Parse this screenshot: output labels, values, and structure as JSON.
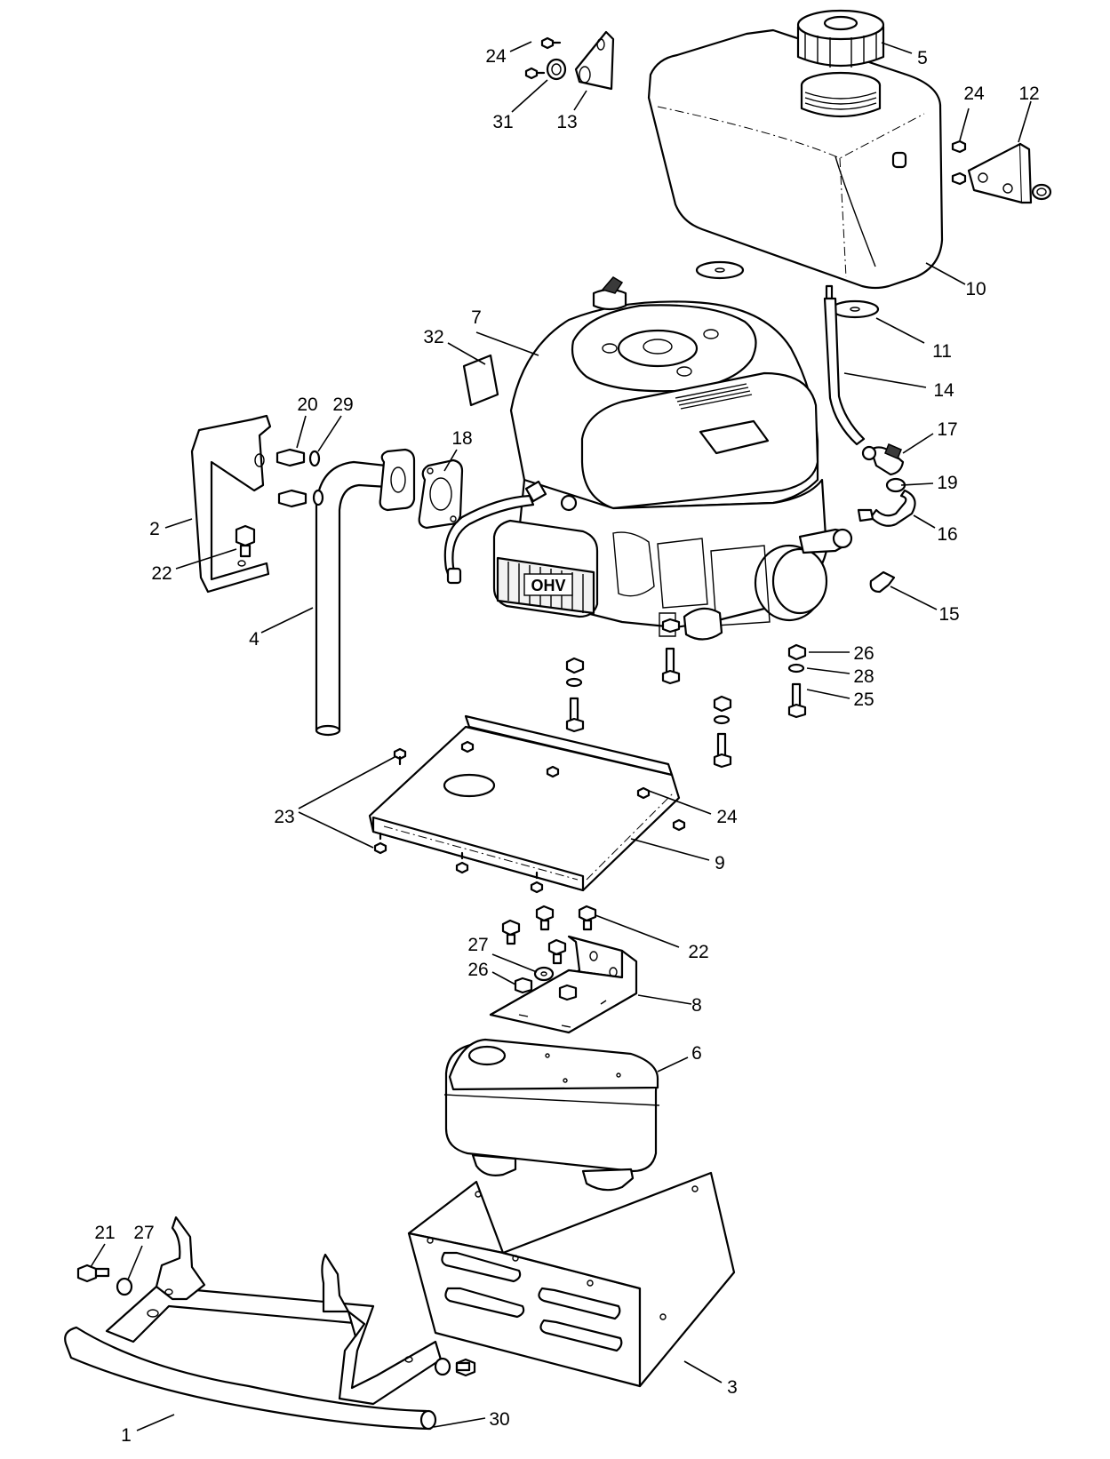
{
  "callouts": [
    {
      "id": "c1",
      "label": "1"
    },
    {
      "id": "c2",
      "label": "2"
    },
    {
      "id": "c3",
      "label": "3"
    },
    {
      "id": "c4",
      "label": "4"
    },
    {
      "id": "c5",
      "label": "5"
    },
    {
      "id": "c6",
      "label": "6"
    },
    {
      "id": "c7",
      "label": "7"
    },
    {
      "id": "c8",
      "label": "8"
    },
    {
      "id": "c9",
      "label": "9"
    },
    {
      "id": "c10",
      "label": "10"
    },
    {
      "id": "c11",
      "label": "11"
    },
    {
      "id": "c12",
      "label": "12"
    },
    {
      "id": "c13",
      "label": "13"
    },
    {
      "id": "c14",
      "label": "14"
    },
    {
      "id": "c15",
      "label": "15"
    },
    {
      "id": "c16",
      "label": "16"
    },
    {
      "id": "c17",
      "label": "17"
    },
    {
      "id": "c18",
      "label": "18"
    },
    {
      "id": "c19",
      "label": "19"
    },
    {
      "id": "c20",
      "label": "20"
    },
    {
      "id": "c21",
      "label": "21"
    },
    {
      "id": "c22a",
      "label": "22"
    },
    {
      "id": "c22b",
      "label": "22"
    },
    {
      "id": "c23",
      "label": "23"
    },
    {
      "id": "c24a",
      "label": "24"
    },
    {
      "id": "c24b",
      "label": "24"
    },
    {
      "id": "c24c",
      "label": "24"
    },
    {
      "id": "c25",
      "label": "25"
    },
    {
      "id": "c26a",
      "label": "26"
    },
    {
      "id": "c26b",
      "label": "26"
    },
    {
      "id": "c27a",
      "label": "27"
    },
    {
      "id": "c27b",
      "label": "27"
    },
    {
      "id": "c28",
      "label": "28"
    },
    {
      "id": "c29",
      "label": "29"
    },
    {
      "id": "c30",
      "label": "30"
    },
    {
      "id": "c31",
      "label": "31"
    },
    {
      "id": "c32",
      "label": "32"
    }
  ],
  "engine_badge": "OHV",
  "colors": {
    "line": "#000000",
    "background": "#ffffff",
    "shade": "#3a3a3a"
  }
}
